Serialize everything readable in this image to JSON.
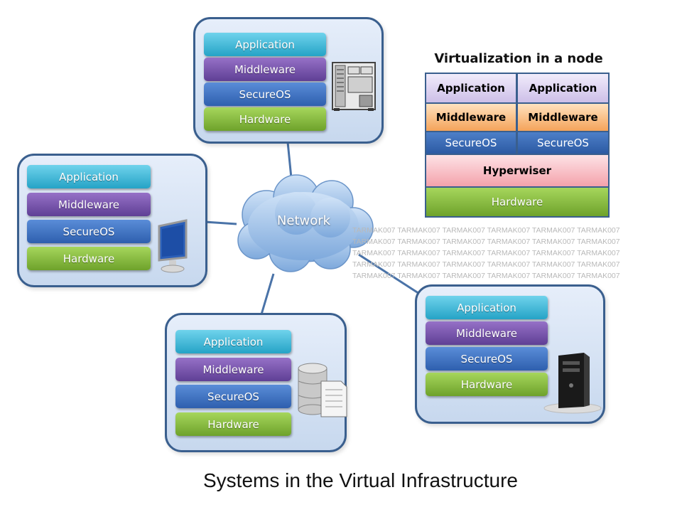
{
  "network_label": "Network",
  "layers": {
    "application": "Application",
    "middleware": "Middleware",
    "secure_os": "SecureOS",
    "hardware": "Hardware"
  },
  "virtualization": {
    "title": "Virtualization in a node",
    "app_left": "Application",
    "app_right": "Application",
    "mid_left": "Middleware",
    "mid_right": "Middleware",
    "sos_left": "SecureOS",
    "sos_right": "SecureOS",
    "hypervisor": "Hyperwiser",
    "hardware": "Hardware"
  },
  "watermark": {
    "line": "TARMAK007 TARMAK007 TARMAK007 TARMAK007 TARMAK007 TARMAK007"
  },
  "caption": "Systems in the Virtual Infrastructure",
  "icons": [
    "server-cabinet-icon",
    "desktop-monitor-icon",
    "database-document-icon",
    "tower-pc-icon"
  ],
  "colors": {
    "application": "#25a3c6",
    "middleware": "#5f3f95",
    "secure_os": "#2e5fae",
    "hardware": "#6ea22b",
    "node_border": "#3a5f8e",
    "cloud": "#a9c7ea"
  }
}
